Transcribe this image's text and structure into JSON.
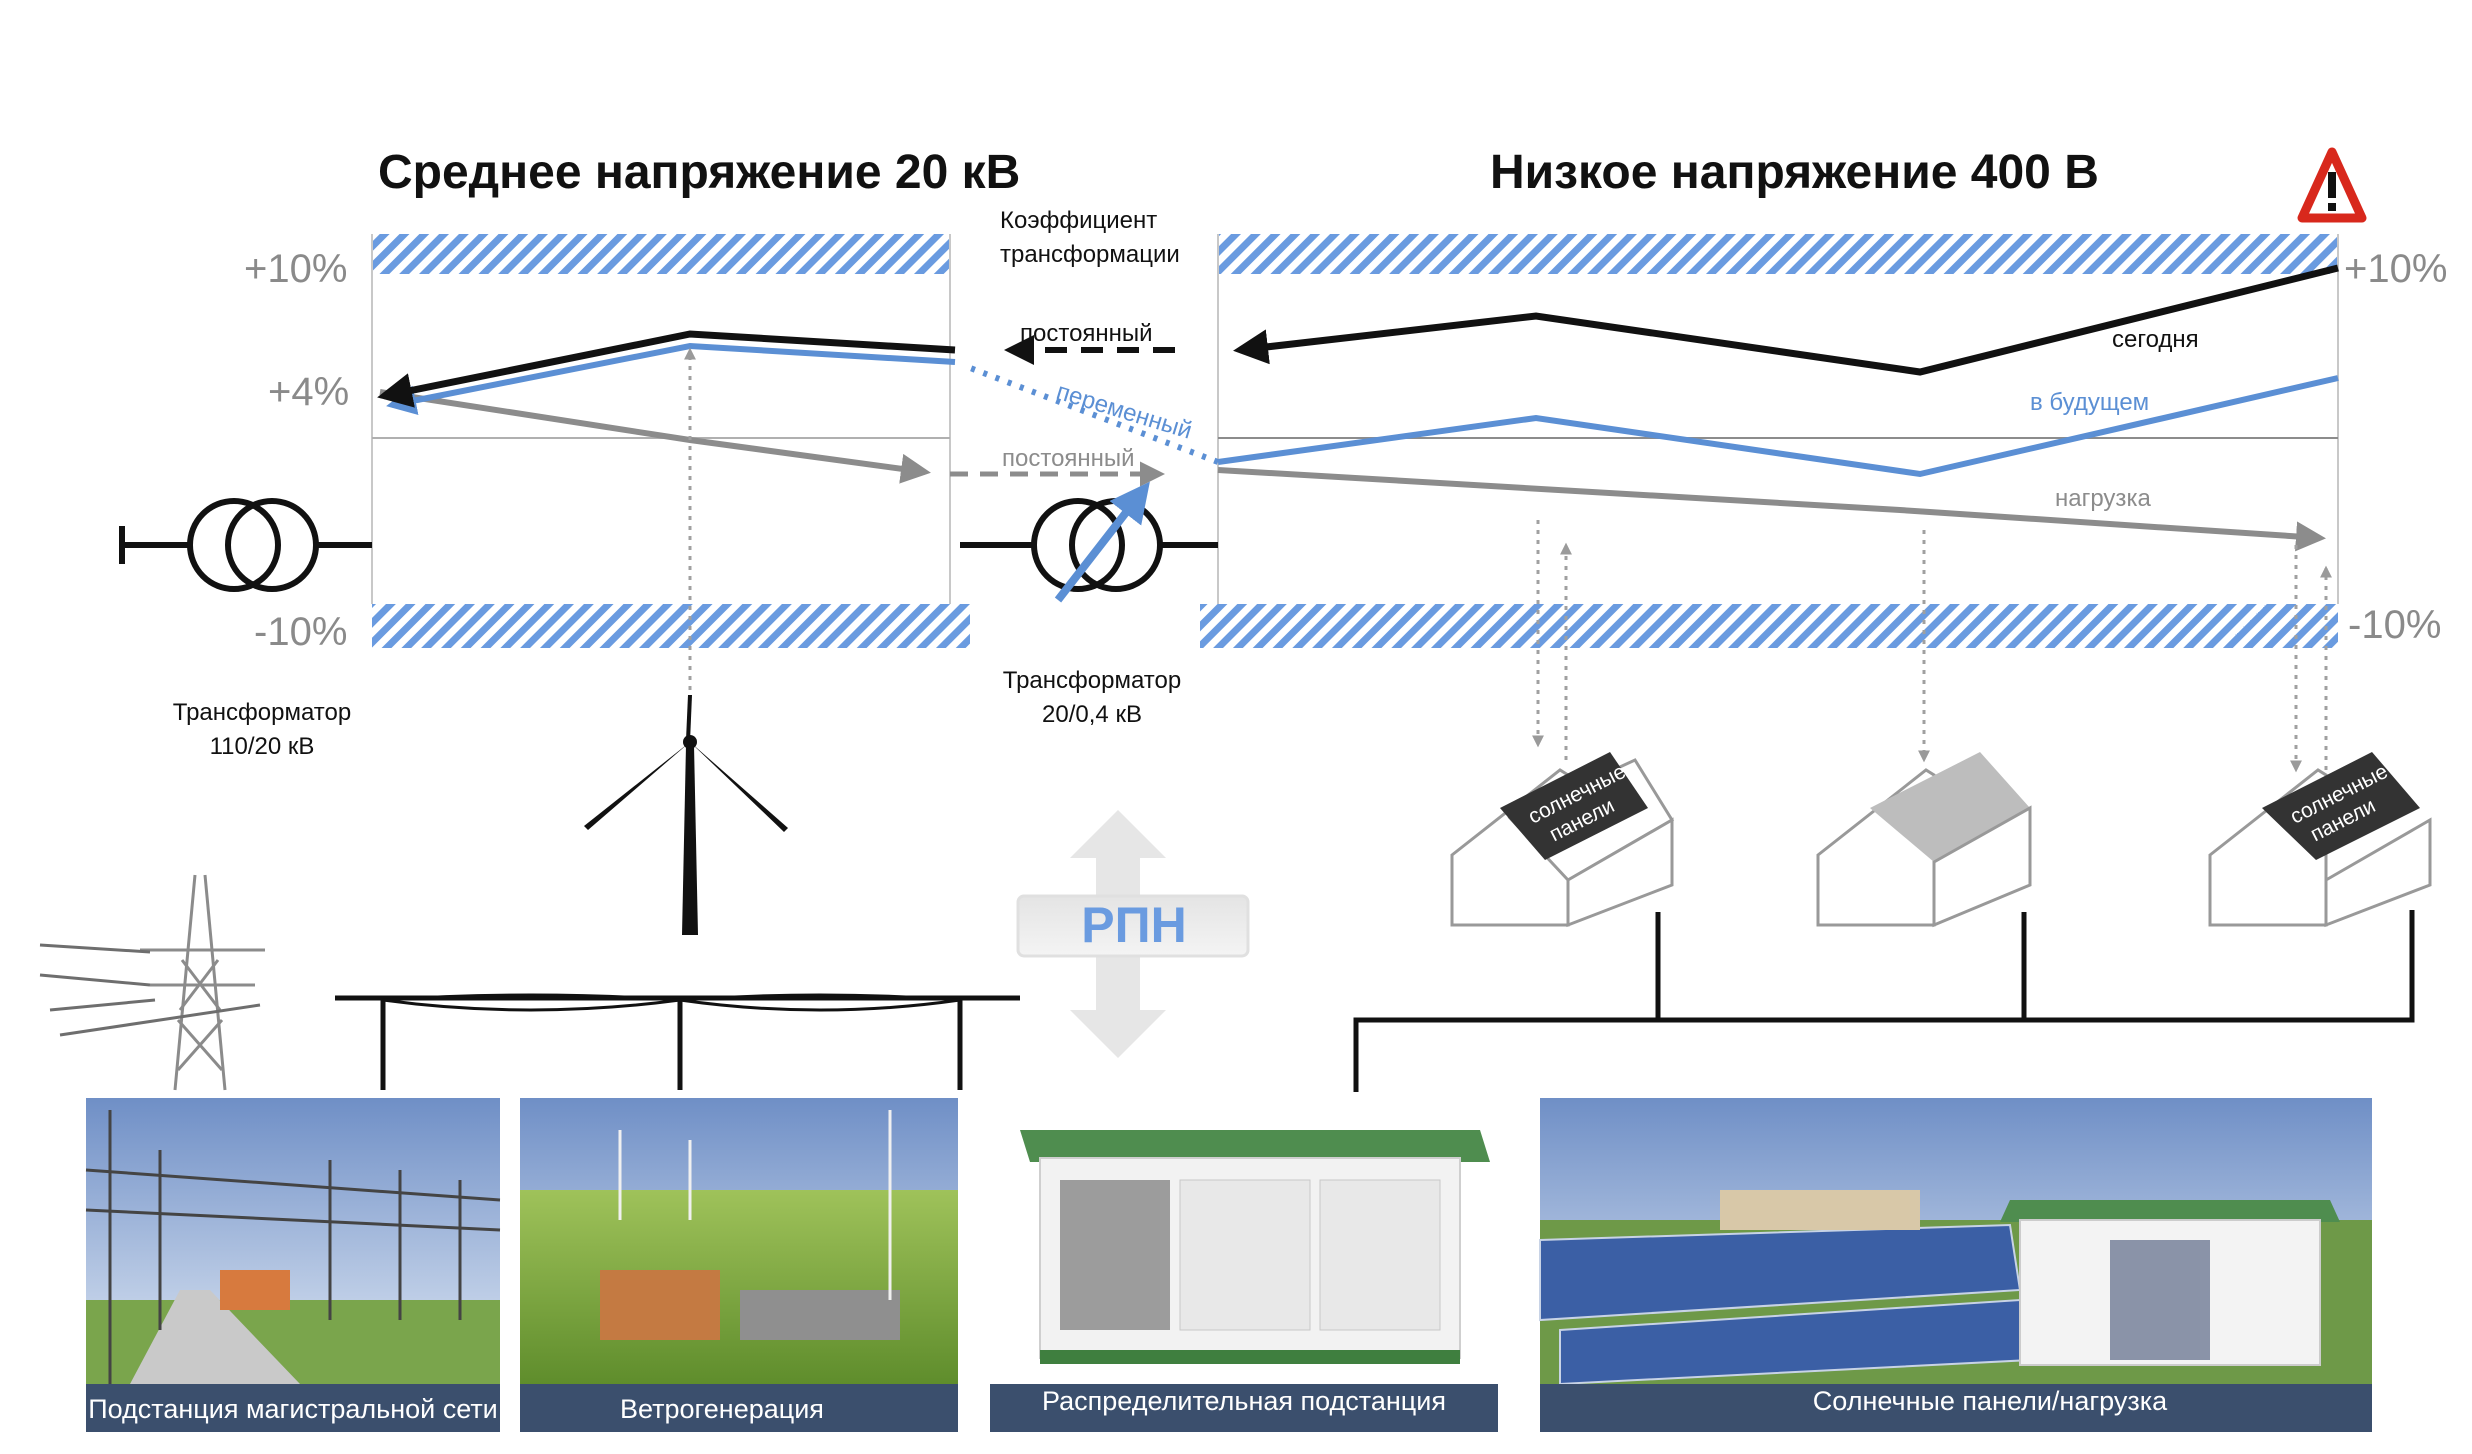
{
  "titles": {
    "medium_voltage": "Среднее напряжение 20 кВ",
    "low_voltage": "Низкое напряжение 400 В"
  },
  "axis": {
    "plus10_left": "+10%",
    "plus4_left": "+4%",
    "minus10_left": "-10%",
    "plus10_right": "+10%",
    "minus10_right": "-10%"
  },
  "labels": {
    "ratio_line1": "Коэффициент",
    "ratio_line2": "трансформации",
    "constant_black": "постоянный",
    "variable_blue": "переменный",
    "constant_grey": "постоянный",
    "today": "сегодня",
    "future": "в будущем",
    "load": "нагрузка",
    "transformer_110_line1": "Трансформатор",
    "transformer_110_line2": "110/20 кВ",
    "transformer_20_line1": "Трансформатор",
    "transformer_20_line2": "20/0,4 кВ",
    "rpn": "РПН",
    "solar_roof_line1": "солнечные",
    "solar_roof_line2": "панели"
  },
  "captions": {
    "grid_substation": "Подстанция магистральной сети",
    "wind": "Ветрогенерация",
    "distribution": "Распределительная подстанция",
    "solar_load": "Солнечные панели/нагрузка"
  },
  "colors": {
    "today_line": "#111111",
    "future_line": "#5b8fd4",
    "load_line": "#8c8c8c",
    "hatch": "#6a9be0",
    "warning": "#d8281c",
    "caption_bar": "#3b4f6d"
  }
}
